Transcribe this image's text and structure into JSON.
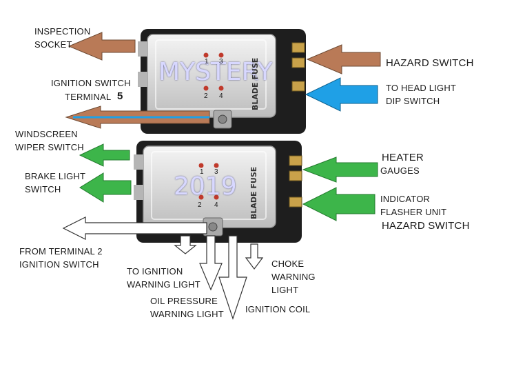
{
  "overlay": {
    "top_word": "MYSTERY",
    "bottom_word": "2019"
  },
  "fuse_box": {
    "label": "BLADE FUSE"
  },
  "top_box": {
    "fuse_numbers": [
      "1",
      "3",
      "2",
      "4"
    ],
    "inspection_socket": [
      "INSPECTION",
      "SOCKET"
    ],
    "ignition_switch_terminal": [
      "IGNITION SWITCH",
      "TERMINAL"
    ],
    "ignition_switch_terminal_number": "5",
    "hazard_switch": "HAZARD SWITCH",
    "head_light_dip": [
      "TO HEAD LIGHT",
      "DIP SWITCH"
    ]
  },
  "bottom_box": {
    "fuse_numbers": [
      "1",
      "3",
      "2",
      "4"
    ],
    "windscreen_wiper": [
      "WINDSCREEN",
      "WIPER SWITCH"
    ],
    "brake_light": [
      "BRAKE LIGHT",
      "SWITCH"
    ],
    "heater": "HEATER",
    "gauges": "GAUGES",
    "indicator": [
      "INDICATOR",
      "FLASHER UNIT"
    ],
    "hazard_switch": "HAZARD SWITCH",
    "from_terminal": [
      "FROM TERMINAL 2",
      "IGNITION SWITCH"
    ],
    "ignition_warning": [
      "TO IGNITION",
      "WARNING LIGHT"
    ],
    "oil_pressure": [
      "OIL PRESSURE",
      "WARNING LIGHT"
    ],
    "ignition_coil": "IGNITION COIL",
    "choke_warning": [
      "CHOKE",
      "WARNING",
      "LIGHT"
    ]
  },
  "colors": {
    "brown_arrow": "#b97a57",
    "blue_arrow": "#1fa0e6",
    "green_arrow": "#3db54a",
    "white_arrow": "#ffffff"
  }
}
